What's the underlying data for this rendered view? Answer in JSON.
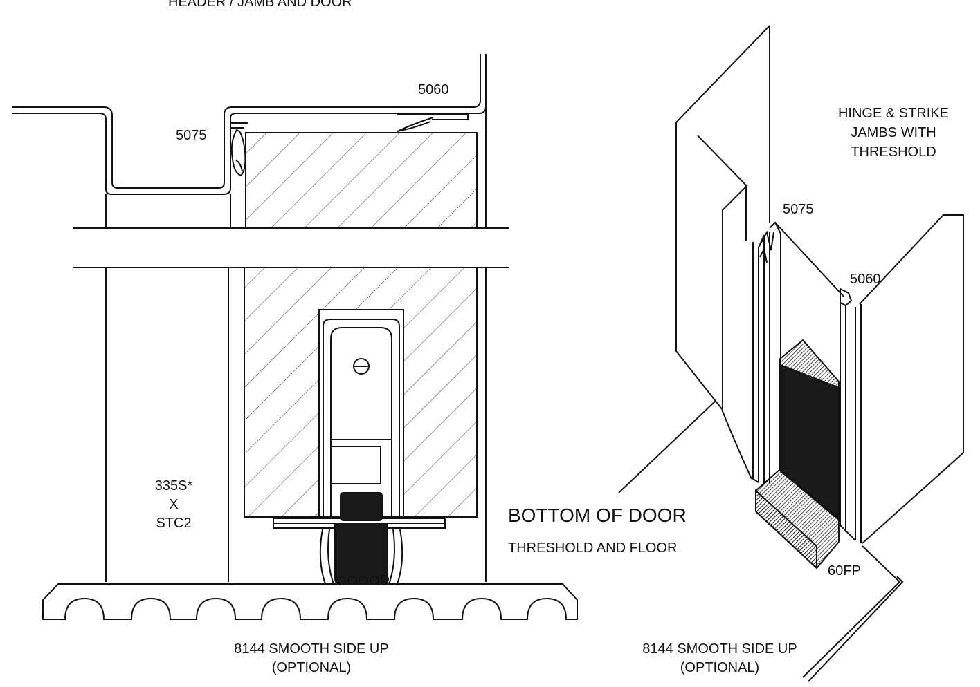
{
  "labels": {
    "header_jamb_door": "HEADER / JAMB AND DOOR",
    "left_5060": "5060",
    "left_5075": "5075",
    "hinge_strike_line1": "HINGE & STRIKE",
    "hinge_strike_line2": "JAMBS WITH",
    "hinge_strike_line3": "THRESHOLD",
    "right_5075": "5075",
    "right_5060": "5060",
    "bottom_line1": "335S*",
    "bottom_line2": "X",
    "bottom_line3": "STC2",
    "bottom_of_door": "BOTTOM OF DOOR",
    "threshold_floor": "THRESHOLD AND FLOOR",
    "right_60fp": "60FP",
    "left_8144_line1": "8144 SMOOTH SIDE UP",
    "left_8144_line2": "(OPTIONAL)",
    "right_8144_line1": "8144 SMOOTH SIDE UP",
    "right_8144_line2": "(OPTIONAL)"
  },
  "colors": {
    "line": "#111111",
    "fill_dark": "#1a1a1a",
    "background": "#ffffff"
  }
}
